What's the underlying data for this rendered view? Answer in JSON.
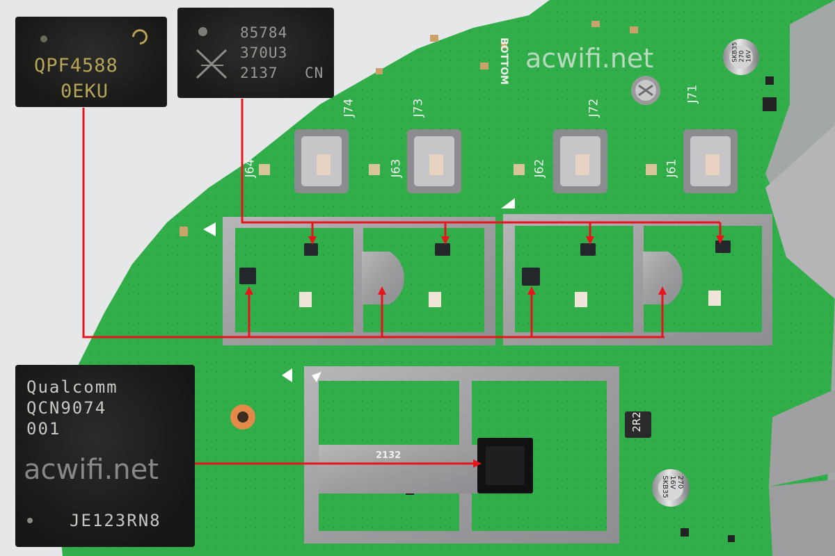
{
  "watermark": "acwifi.net",
  "qpf_chip": {
    "line1": "QPF4588",
    "line2": "0EKU"
  },
  "skyworks_chip": {
    "line1": "85784",
    "line2": "370U3",
    "line3": "2137",
    "line4": "CN"
  },
  "qualcomm_chip": {
    "line1": "Qualcomm",
    "line2": "QCN9074",
    "line3": "001",
    "line4": "JE123RN8"
  },
  "board_labels": {
    "connectors": [
      "J74",
      "J73",
      "J72",
      "J71",
      "J64",
      "J63",
      "J62",
      "J61"
    ],
    "bottom": "BOTTOM",
    "shield_code": "2132",
    "inductor": "2R2",
    "cap_top_lines": [
      "SKB35",
      "270",
      "16V"
    ],
    "cap_bottom_lines": [
      "270",
      "16V",
      "SKB35"
    ]
  },
  "colors": {
    "pcb": "#2fb049",
    "shield": "#a3a3a6",
    "arrow": "#e8141b"
  }
}
